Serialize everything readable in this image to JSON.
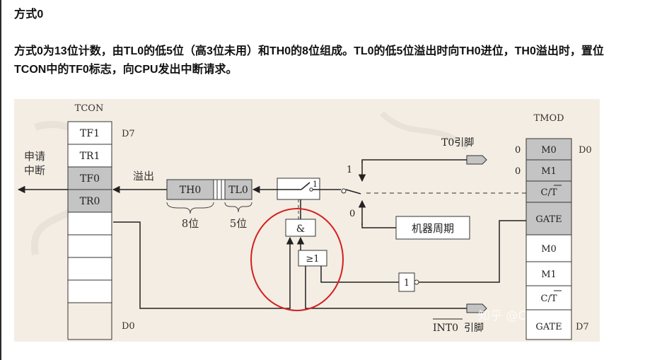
{
  "section": {
    "title": "方式0",
    "paragraph": "方式0为13位计数，由TL0的低5位（高3位未用）和TH0的8位组成。TL0的低5位溢出时向TH0进位，TH0溢出时，置位TCON中的TF0标志，向CPU发出中断请求。"
  },
  "diagram": {
    "tcon": {
      "title": "TCON",
      "bits": [
        "TF1",
        "TR1",
        "TF0",
        "TR0",
        "",
        "",
        "",
        ""
      ],
      "d7": "D7",
      "d0": "D0",
      "request_line1": "申请",
      "request_line2": "中断"
    },
    "overflow_label": "溢出",
    "counter": {
      "high": "TH0",
      "low": "TL0",
      "high_bits": "8位",
      "low_bits": "5位"
    },
    "switch": {
      "top_label": "1",
      "pos1": "1",
      "pos0": "0"
    },
    "gates": {
      "and": "&",
      "or": "≥1",
      "not": "1"
    },
    "pins": {
      "t0": "T0引脚",
      "int0_bar": "INT0",
      "int0_suffix": "引脚"
    },
    "machine_cycle": "机器周期",
    "tmod": {
      "title": "TMOD",
      "bits": [
        "M0",
        "M1",
        "C/T",
        "GATE",
        "M0",
        "M1",
        "C/T",
        "GATE"
      ],
      "values": [
        "0",
        "0"
      ],
      "d0": "D0",
      "d7": "D7"
    },
    "watermark": "知乎 @Chaos"
  },
  "colors": {
    "highlight_circle": "#d42020",
    "figure_background": "#f4ede3",
    "shaded_cell": "#c4c4c4"
  }
}
